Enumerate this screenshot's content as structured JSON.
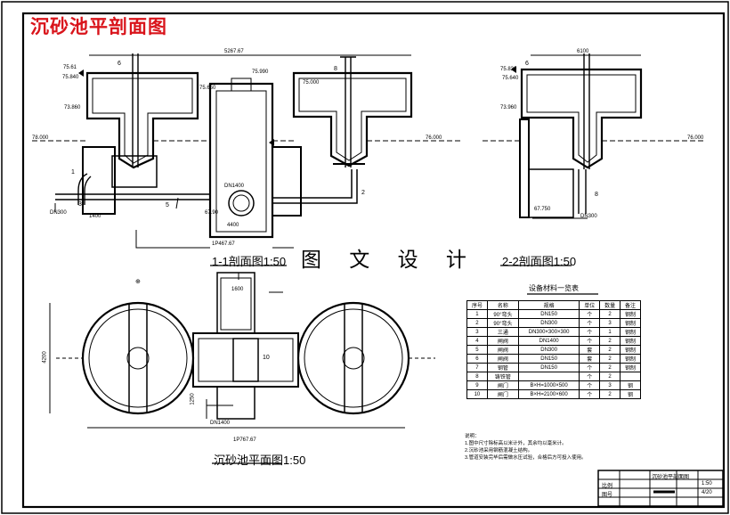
{
  "drawing": {
    "title": "沉砂池平剖面图",
    "watermark": "图 文 设 计",
    "section_1": "1-1剖面图1:50",
    "section_2": "2-2剖面图1:50",
    "plan": "沉砂池平面图1:50",
    "colors": {
      "title": "#d9141b",
      "line": "#000000",
      "frame": "#000000"
    }
  },
  "section1_labels": {
    "dim_top": "5267.67",
    "elev_a": "75.61",
    "elev_b": "75.840",
    "elev_c": "73.860",
    "elev_d": "75.650",
    "elev_e": "75.990",
    "elev_f": "75.000",
    "elev_ground": "78.000",
    "elev_ground2": "76.000",
    "elev_bottom": "67.90",
    "dim_bottom": "1P467.67",
    "pipe_dn300": "DN300",
    "pipe_dn1400": "DN1400",
    "dim_1400": "1400",
    "dim_4400": "4400",
    "tag_1": "1",
    "tag_2": "2",
    "tag_3": "3",
    "tag_5": "5",
    "tag_6": "6",
    "tag_8": "8"
  },
  "section2_labels": {
    "dim_top": "6100",
    "elev_a": "75.830",
    "elev_b": "75.640",
    "elev_c": "73.960",
    "elev_ground": "76.000",
    "elev_bottom": "67.750",
    "pipe_dn300": "DN300",
    "tag_6": "6",
    "tag_8": "8"
  },
  "plan_labels": {
    "dim_top": "1600",
    "dim_width": "1P767.67",
    "dim_4200": "4200",
    "dim_1250": "1250",
    "pipe_dn1400": "DN1400",
    "tag_10": "10",
    "tag_a": "⊕"
  },
  "bom": {
    "title": "设备材料一览表",
    "headers": [
      "序号",
      "名称",
      "规格",
      "单位",
      "数量",
      "备注"
    ],
    "rows": [
      [
        "1",
        "90°弯头",
        "DN150",
        "个",
        "2",
        "钢制"
      ],
      [
        "2",
        "90°弯头",
        "DN300",
        "个",
        "3",
        "钢制"
      ],
      [
        "3",
        "三通",
        "DN300×300×300",
        "个",
        "1",
        "钢制"
      ],
      [
        "4",
        "闸阀",
        "DN1400",
        "个",
        "2",
        "钢制"
      ],
      [
        "5",
        "闸阀",
        "DN300",
        "套",
        "2",
        "钢制"
      ],
      [
        "6",
        "闸阀",
        "DN150",
        "套",
        "2",
        "钢制"
      ],
      [
        "7",
        "钢管",
        "DN150",
        "个",
        "2",
        "钢制"
      ],
      [
        "8",
        "铸铁管",
        "",
        "个",
        "2",
        ""
      ],
      [
        "9",
        "闸门",
        "B×H=1000×500",
        "个",
        "3",
        "钢"
      ],
      [
        "10",
        "闸门",
        "B×H=2100×600",
        "个",
        "2",
        "钢"
      ]
    ]
  },
  "notes": {
    "head": "说明：",
    "n1": "1.图中尺寸除标高以米计外，其余均以毫米计。",
    "n2": "2.沉砂池采用钢筋混凝土结构。",
    "n3": "3.管道安装完毕后需做水压试验，合格后方可投入使用。"
  },
  "title_block": {
    "r1": "沉砂池平剖面图",
    "r2": "比例",
    "r3": "图号",
    "scale": "1:50",
    "sheet": "4/20"
  }
}
